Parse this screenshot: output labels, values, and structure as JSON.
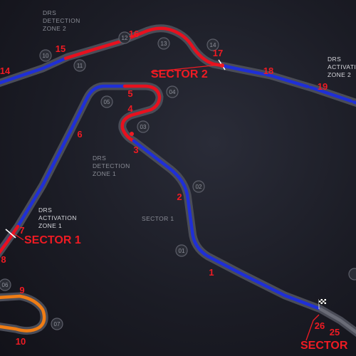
{
  "turns": [
    "1",
    "2",
    "3",
    "4",
    "5",
    "6",
    "7",
    "8",
    "9",
    "10",
    "14",
    "15",
    "16",
    "17",
    "18",
    "19",
    "25",
    "26"
  ],
  "markers": [
    "01",
    "02",
    "03",
    "04",
    "05",
    "06",
    "07",
    "10",
    "11",
    "12",
    "13",
    "14"
  ],
  "zones": {
    "drs_detection_2": [
      "DRS",
      "DETECTION",
      "ZONE 2"
    ],
    "drs_activation_2": [
      "DRS",
      "ACTIVATION",
      "ZONE 2"
    ],
    "drs_detection_1": [
      "DRS",
      "DETECTION",
      "ZONE 1"
    ],
    "drs_activation_1": [
      "DRS",
      "ACTIVATION",
      "ZONE 1"
    ]
  },
  "sectors": {
    "sector_2": "SECTOR 2",
    "sector_1_big": "SECTOR 1",
    "sector_1_small": "SECTOR 1",
    "sector_3_partial": "SECTOR"
  },
  "colors": {
    "track_outline": "#4a4c57",
    "sector_red": "#e8101e",
    "drs_blue": "#1f2fd6",
    "sector_orange": "#f07d14",
    "text_red": "#ef1b23"
  }
}
